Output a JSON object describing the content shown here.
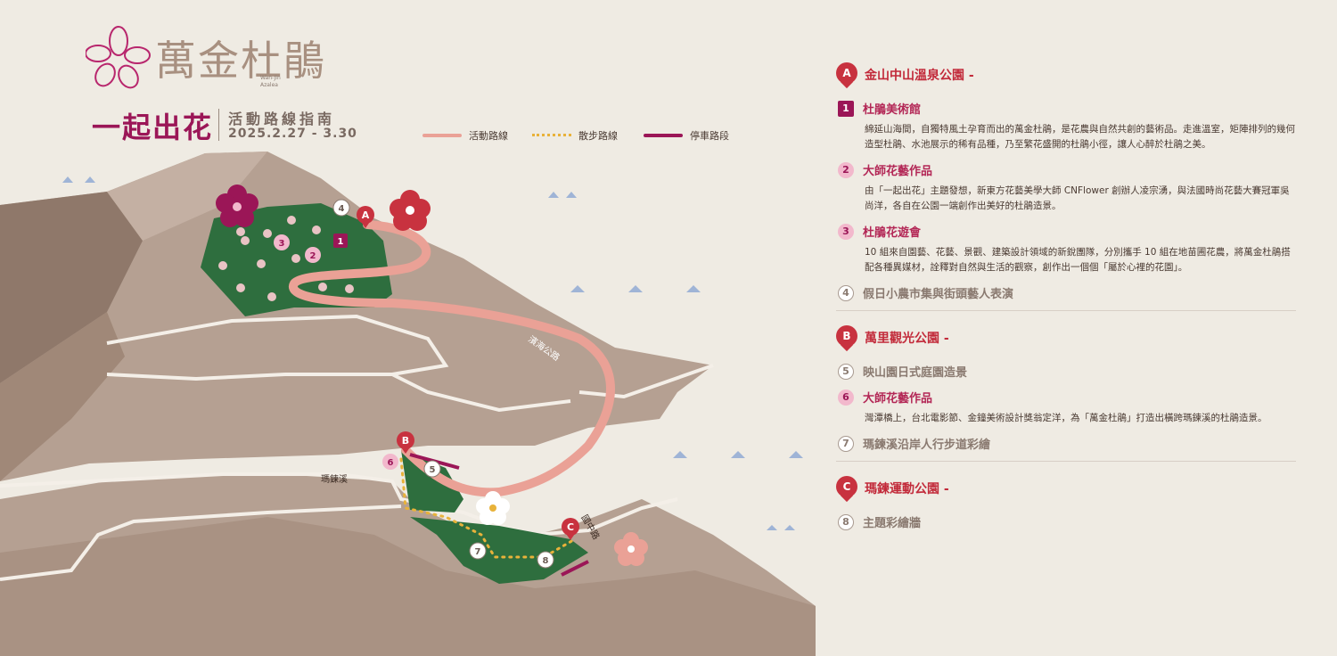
{
  "brand": {
    "title": "萬金杜鵑",
    "sub_line1": "Wan-Jin",
    "sub_line2": "Azalea"
  },
  "headline": "一起出花",
  "guide_title": "活動路線指南",
  "dates": "2025.2.27 - 3.30",
  "legend": [
    {
      "label": "活動路線",
      "color": "#eaa196"
    },
    {
      "label": "散步路線",
      "color": "#e8b23a"
    },
    {
      "label": "停車路段",
      "color": "#9b1657"
    }
  ],
  "map_labels": {
    "road_binhai": "濱海公路",
    "creek": "瑪鍊溪",
    "road_guozhong": "國中路"
  },
  "colors": {
    "accent": "#c8323f",
    "magenta": "#9b1657",
    "route": "#eaa196",
    "terrain": "#b39e91",
    "park": "#2e6e3e"
  },
  "sections": [
    {
      "pin": "A",
      "title": "金山中山溫泉公園 -",
      "items": [
        {
          "num": "1",
          "style": "square",
          "title": "杜鵑美術館",
          "desc": "綿延山海間，自獨特風土孕育而出的萬金杜鵑，是花農與自然共創的藝術品。走進溫室，矩陣排列的幾何造型杜鵑、水池展示的稀有品種，乃至繁花盛開的杜鵑小徑，讓人心醉於杜鵑之美。"
        },
        {
          "num": "2",
          "style": "flower",
          "title": "大師花藝作品",
          "desc": "由「一起出花」主題發想，新東方花藝美學大師 CNFlower 創辦人凌宗湧，與法國時尚花藝大賽冠軍吳尚洋，各自在公園一端創作出美好的杜鵑造景。"
        },
        {
          "num": "3",
          "style": "flower",
          "title": "杜鵑花遊會",
          "desc": "10 組來自園藝、花藝、景觀、建築設計領域的新銳團隊，分別攜手 10 組在地苗圃花農，將萬金杜鵑搭配各種異媒材，詮釋對自然與生活的觀察，創作出一個個「屬於心裡的花園」。"
        },
        {
          "num": "4",
          "style": "circle",
          "title": "假日小農市集與街頭藝人表演",
          "desc": ""
        }
      ]
    },
    {
      "pin": "B",
      "title": "萬里觀光公園 -",
      "items": [
        {
          "num": "5",
          "style": "circle",
          "title": "映山園日式庭園造景",
          "desc": ""
        },
        {
          "num": "6",
          "style": "flower",
          "title": "大師花藝作品",
          "desc": "灣潭橋上，台北電影節、金鐘美術設計獎翁定洋，為「萬金杜鵑」打造出橫跨瑪鍊溪的杜鵑造景。"
        },
        {
          "num": "7",
          "style": "circle",
          "title": "瑪鍊溪沿岸人行步道彩繪",
          "desc": ""
        }
      ]
    },
    {
      "pin": "C",
      "title": "瑪鍊運動公園 -",
      "items": [
        {
          "num": "8",
          "style": "circle",
          "title": "主題彩繪牆",
          "desc": ""
        }
      ]
    }
  ],
  "map_pins": {
    "a": "A",
    "b": "B",
    "c": "C"
  },
  "map_markers": [
    "1",
    "2",
    "3",
    "4",
    "5",
    "6",
    "7",
    "8"
  ]
}
